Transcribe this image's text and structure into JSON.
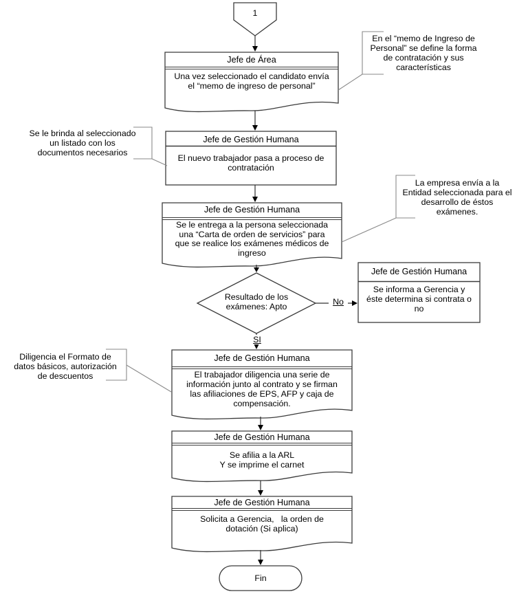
{
  "colors": {
    "box_stroke": "#3b3b3b",
    "flow_line": "#303030",
    "leader_line": "#8a8a8a",
    "text": "#000000",
    "background": "#ffffff"
  },
  "offpage_connector": {
    "label": "1"
  },
  "boxes": {
    "area": {
      "header": "Jefe de Área",
      "body": "Una vez seleccionado el candidato envía\nel “memo de ingreso de personal”"
    },
    "contratacion": {
      "header": "Jefe de Gestión Humana",
      "body": "El nuevo trabajador pasa a proceso de\ncontratación"
    },
    "orden_servicios": {
      "header": "Jefe de Gestión Humana",
      "body": "Se le entrega a la persona seleccionada\nuna “Carta de orden de servicios” para\nque se realice los exámenes médicos de\ningreso"
    },
    "no_apto": {
      "header": "Jefe de Gestión Humana",
      "body": "Se informa a Gerencia y\néste determina si contrata o\nno"
    },
    "afiliaciones": {
      "header": "Jefe de Gestión Humana",
      "body": "El trabajador diligencia una serie de\ninformación junto al contrato y se firman\nlas afiliaciones de EPS, AFP y caja de\ncompensación."
    },
    "arl": {
      "header": "Jefe de Gestión Humana",
      "body": "Se afilia a la ARL\nY se imprime el carnet"
    },
    "dotacion": {
      "header": "Jefe de Gestión Humana",
      "body": "Solicita a Gerencia,   la orden de\ndotación (Si aplica)"
    }
  },
  "decision": {
    "question": "Resultado de los\nexámenes: Apto",
    "no_label": "No",
    "yes_label": "SI"
  },
  "annotations": {
    "memo": "En el “memo de Ingreso de\nPersonal” se define la forma\nde contratación y sus\ncaracterísticas",
    "listado": "Se le brinda al seleccionado\nun listado con los\ndocumentos necesarios",
    "entidad": "La empresa envía a la\nEntidad seleccionada para el\ndesarrollo de éstos\nexámenes.",
    "formato": "Diligencia el Formato de\ndatos básicos, autorización\nde descuentos"
  },
  "terminator": {
    "label": "Fin"
  }
}
